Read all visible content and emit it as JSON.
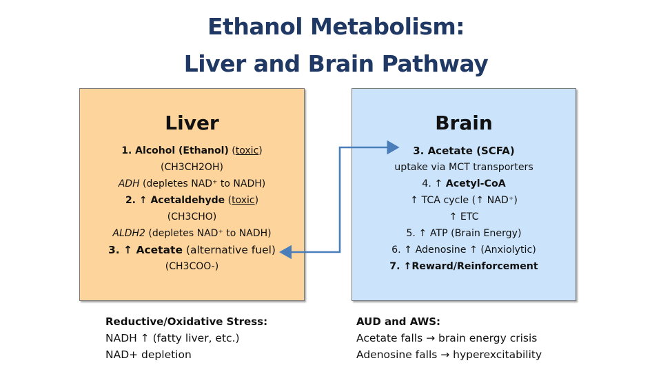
{
  "title": {
    "line1": "Ethanol Metabolism:",
    "line2": "Liver and Brain Pathway"
  },
  "liver": {
    "heading": "Liver",
    "lines": [
      {
        "bold": "1. Alcohol (Ethanol)",
        "rest": " (",
        "underline": "toxic",
        "tail": ")"
      },
      {
        "text": "(CH3CH2OH)"
      },
      {
        "italic": "ADH",
        "rest": " (depletes NAD⁺ to NADH)"
      },
      {
        "bold": "2. ↑ Acetaldehyde",
        "rest": " (",
        "underline": "toxic",
        "tail": ")"
      },
      {
        "text": "(CH3CHO)"
      },
      {
        "italic": "ALDH2",
        "rest": " (depletes NAD⁺ to NADH)"
      },
      {
        "bold": "3. ↑ Acetate",
        "rest": " (alternative fuel)"
      },
      {
        "text": "(CH3COO-)"
      }
    ]
  },
  "brain": {
    "heading": "Brain",
    "lines": [
      {
        "bold": "3. Acetate (SCFA)"
      },
      {
        "text": "uptake via MCT transporters"
      },
      {
        "prefix": "4. ↑ ",
        "bold": "Acetyl-CoA"
      },
      {
        "text": "↑ TCA cycle (↑ NAD⁺)"
      },
      {
        "text": "↑ ETC"
      },
      {
        "text": "5. ↑ ATP (Brain Energy)"
      },
      {
        "text": "6. ↑ Adenosine ↑ (Anxiolytic)"
      },
      {
        "bold": "7. ↑Reward/Reinforcement"
      }
    ]
  },
  "connector": {
    "label": "acetate-transfer-arrow",
    "color": "#4a7ebb",
    "direction": "bidirectional"
  },
  "notes": {
    "liver": {
      "heading": "Reductive/Oxidative Stress:",
      "items": [
        "NADH ↑ (fatty liver, etc.)",
        "NAD+ depletion"
      ]
    },
    "brain": {
      "heading": "AUD and AWS:",
      "items": [
        "Acetate falls → brain energy crisis",
        "Adenosine falls → hyperexcitability"
      ]
    }
  },
  "colors": {
    "title": "#1f3864",
    "liver_fill": "#fdd49b",
    "brain_fill": "#cce4fb",
    "arrow": "#4a7ebb"
  }
}
